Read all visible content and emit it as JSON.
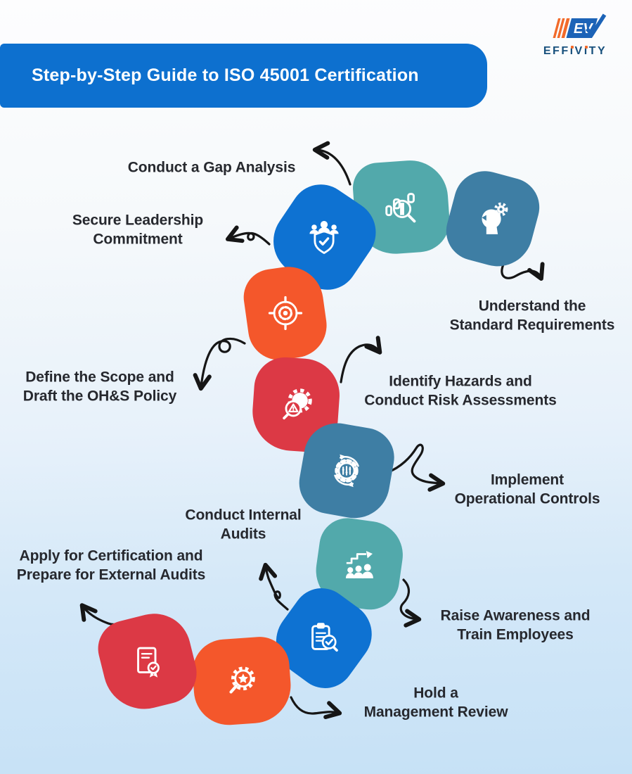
{
  "header": {
    "title": "Step-by-Step Guide to ISO 45001 Certification"
  },
  "logo": {
    "mark": "EV",
    "brand": "EFFiViTY"
  },
  "colors": {
    "header_bar": "#0d70cf",
    "teal": "#52a9ab",
    "steel_blue": "#3e7ea4",
    "blue": "#0e72d2",
    "orange": "#f4572b",
    "red": "#dc3945",
    "label_text": "#26282e",
    "arrow": "#161616",
    "logo_navy": "#17507c",
    "logo_orange": "#f26a2a"
  },
  "steps": [
    {
      "id": 1,
      "label": "Conduct a Gap Analysis",
      "icon": "bar-chart-magnifier-icon",
      "color": "#52a9ab"
    },
    {
      "id": 2,
      "label": "Understand the\nStandard Requirements",
      "icon": "head-gear-icon",
      "color": "#3e7ea4"
    },
    {
      "id": 3,
      "label": "Secure Leadership\nCommitment",
      "icon": "team-shield-check-icon",
      "color": "#0e72d2"
    },
    {
      "id": 4,
      "label": "Define the Scope and\nDraft the OH&S Policy",
      "icon": "target-gear-icon",
      "color": "#f4572b"
    },
    {
      "id": 5,
      "label": "Identify Hazards and\nConduct Risk Assessments",
      "icon": "gear-warning-magnifier-icon",
      "color": "#dc3945"
    },
    {
      "id": 6,
      "label": "Implement\nOperational Controls",
      "icon": "gear-cycle-arrows-icon",
      "color": "#3e7ea4"
    },
    {
      "id": 7,
      "label": "Raise Awareness and\nTrain Employees",
      "icon": "team-growth-arrow-icon",
      "color": "#52a9ab"
    },
    {
      "id": 8,
      "label": "Conduct Internal\nAudits",
      "icon": "clipboard-check-magnifier-icon",
      "color": "#0e72d2"
    },
    {
      "id": 9,
      "label": "Hold a\nManagement Review",
      "icon": "gear-star-magnifier-icon",
      "color": "#f4572b"
    },
    {
      "id": 10,
      "label": "Apply for Certification and\nPrepare for External Audits",
      "icon": "certificate-ribbon-icon",
      "color": "#dc3945"
    }
  ]
}
